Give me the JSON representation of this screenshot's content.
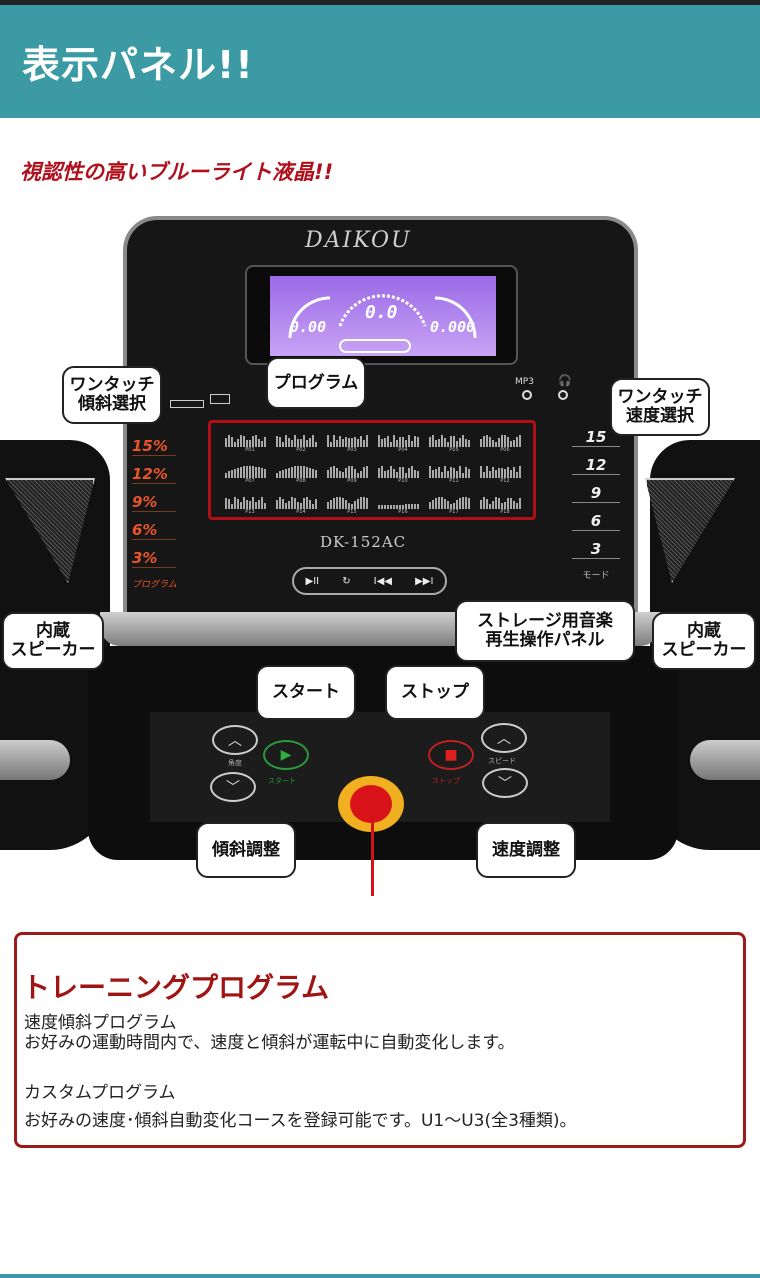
{
  "header": {
    "title": "表示パネル!!"
  },
  "subtitle": "視認性の高いブルーライト液晶!!",
  "console": {
    "logo": "DAIKOU",
    "model": "DK-152AC",
    "lcd": {
      "left": "0.00",
      "center": "0.0",
      "right": "0.000"
    },
    "mp3_label": "MP3",
    "incline_keys": [
      "15%",
      "12%",
      "9%",
      "6%",
      "3%"
    ],
    "incline_footer": "プログラム",
    "speed_keys": [
      "15",
      "12",
      "9",
      "6",
      "3"
    ],
    "speed_footer": "モード",
    "programs": [
      "P01",
      "P02",
      "P03",
      "P04",
      "P05",
      "P06",
      "P07",
      "P08",
      "P09",
      "P10",
      "P11",
      "P12",
      "P13",
      "P14",
      "P15",
      "P16",
      "P17",
      "P18"
    ],
    "media_buttons": [
      "▶II",
      "↻",
      "I◀◀",
      "▶▶I"
    ],
    "lower": {
      "incline_label": "角度",
      "start_label": "スタート",
      "stop_label": "ストップ",
      "speed_label": "スピード"
    }
  },
  "callouts": {
    "incline_select": "ワンタッチ\n傾斜選択",
    "program": "プログラム",
    "speed_select": "ワンタッチ\n速度選択",
    "speaker_left": "内蔵\nスピーカー",
    "speaker_right": "内蔵\nスピーカー",
    "storage": "ストレージ用音楽\n再生操作パネル",
    "start": "スタート",
    "stop": "ストップ",
    "incline_adjust": "傾斜調整",
    "speed_adjust": "速度調整"
  },
  "info": {
    "title": "トレーニングプログラム",
    "p1_heading": "速度傾斜プログラム",
    "p1_text": "お好みの運動時間内で、速度と傾斜が運転中に自動変化します。",
    "p2_heading": "カスタムプログラム",
    "p2_text": "お好みの速度･傾斜自動変化コースを登録可能です。U1～U3(全3種類)。"
  }
}
